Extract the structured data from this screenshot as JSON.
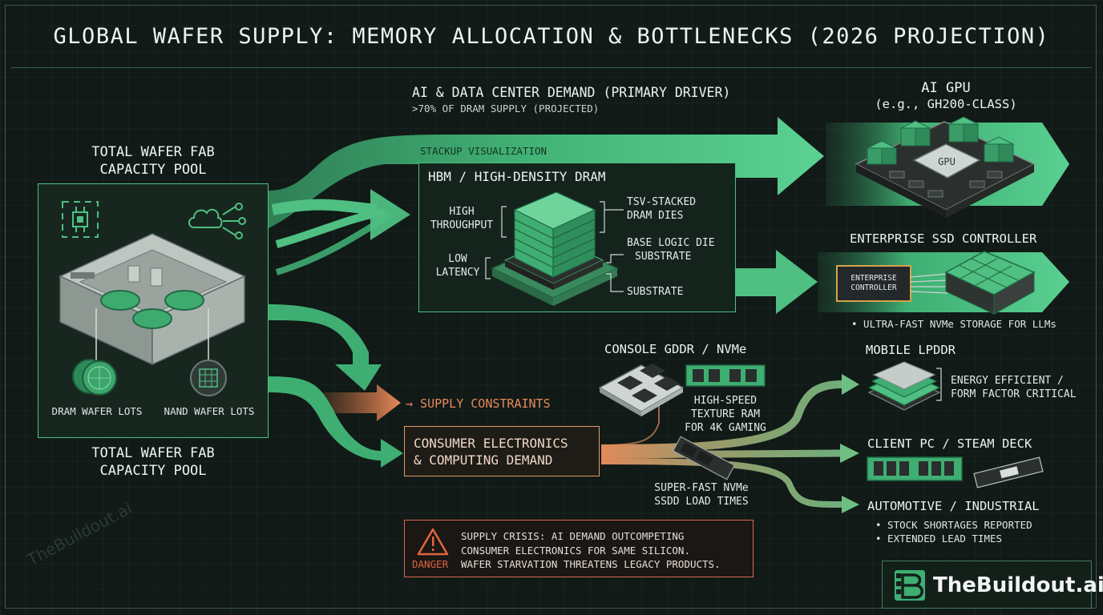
{
  "title": "GLOBAL WAFER SUPPLY: MEMORY ALLOCATION & BOTTLENECKS (2026 PROJECTION)",
  "source": {
    "header_line1": "TOTAL WAFER FAB",
    "header_line2": "CAPACITY POOL",
    "footer_line1": "TOTAL WAFER FAB",
    "footer_line2": "CAPACITY POOL",
    "dram_label": "DRAM WAFER LOTS",
    "nand_label": "NAND WAFER LOTS",
    "icons": [
      "chip-icon",
      "cloud-network-icon"
    ]
  },
  "ai_demand": {
    "title": "AI & DATA CENTER DEMAND (PRIMARY DRIVER)",
    "subtitle": ">70% OF DRAM SUPPLY (PROJECTED)"
  },
  "hbm": {
    "section_label": "STACKUP VISUALIZATION",
    "title": "HBM / HIGH-DENSITY DRAM",
    "left_label_1a": "HIGH",
    "left_label_1b": "THROUGHPUT",
    "left_label_2a": "LOW",
    "left_label_2b": "LATENCY",
    "right_label_1a": "TSV-STACKED",
    "right_label_1b": "DRAM DIES",
    "right_label_2a": "BASE LOGIC DIE",
    "right_label_2b": "SUBSTRATE",
    "right_label_3": "SUBSTRATE"
  },
  "ai_gpu": {
    "title": "AI GPU",
    "subtitle": "(e.g., GH200-CLASS)",
    "chip_text": "GPU"
  },
  "enterprise_ssd": {
    "title": "ENTERPRISE SSD CONTROLLER",
    "chip_line1": "ENTERPRISE",
    "chip_line2": "CONTROLLER",
    "note": "• ULTRA-FAST NVMe STORAGE FOR LLMs"
  },
  "supply_constraints": "→ SUPPLY CONSTRAINTS",
  "consumer": {
    "line1": "CONSUMER ELECTRONICS",
    "line2": "& COMPUTING DEMAND"
  },
  "console": {
    "title": "CONSOLE GDDR / NVMe",
    "ram_line1": "HIGH-SPEED",
    "ram_line2": "TEXTURE RAM",
    "ram_line3": "FOR 4K GAMING",
    "ssd_line1": "SUPER-FAST NVMe",
    "ssd_line2": "SSDD LOAD TIMES"
  },
  "mobile": {
    "title": "MOBILE LPDDR",
    "note1": "ENERGY EFFICIENT /",
    "note2": "FORM FACTOR CRITICAL"
  },
  "client_pc": {
    "title": "CLIENT PC / STEAM DECK"
  },
  "automotive": {
    "title": "AUTOMOTIVE / INDUSTRIAL",
    "note1": "• STOCK SHORTAGES REPORTED",
    "note2": "• EXTENDED LEAD TIMES"
  },
  "warning": {
    "level": "DANGER",
    "line1": "SUPPLY CRISIS: AI DEMAND OUTCOMPETING",
    "line2": "CONSUMER ELECTRONICS FOR SAME SILICON.",
    "line3": "WAFER STARVATION THREATENS LEGACY PRODUCTS."
  },
  "logo": {
    "text": "TheBuildout.ai",
    "watermark": "TheBuildout.ai"
  },
  "colors": {
    "green": "#4fbf82",
    "dark_green": "#2d8a58",
    "orange": "#e39a6a",
    "danger": "#e0643f",
    "background": "#111a17"
  }
}
